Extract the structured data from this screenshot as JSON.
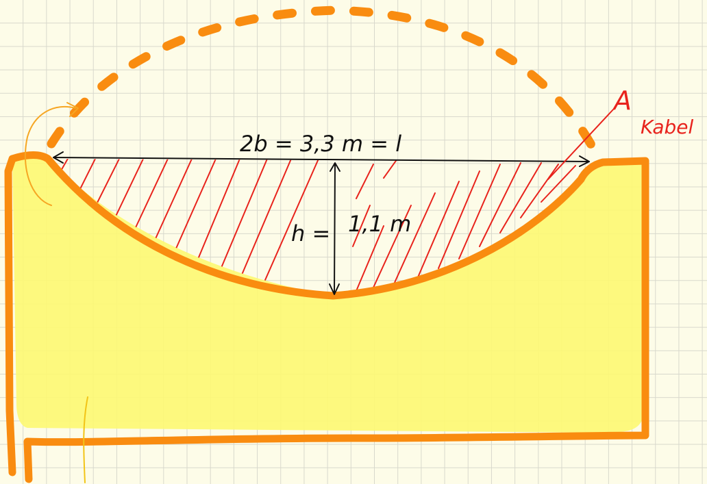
{
  "labels": {
    "span": "2b = 3,3 m = l",
    "depth_symbol": "h =",
    "depth_value": "1,1 m",
    "area_symbol": "A",
    "area_subscript": "Kabel"
  },
  "colors": {
    "paper": "#fdfce8",
    "grid": "#d8d8cc",
    "fill": "#fdf874",
    "outline": "#f98c10",
    "hatch": "#e8231c",
    "ink": "#111111",
    "thin_orange": "#f6a623",
    "pale_yellow_line": "#f2c417"
  }
}
